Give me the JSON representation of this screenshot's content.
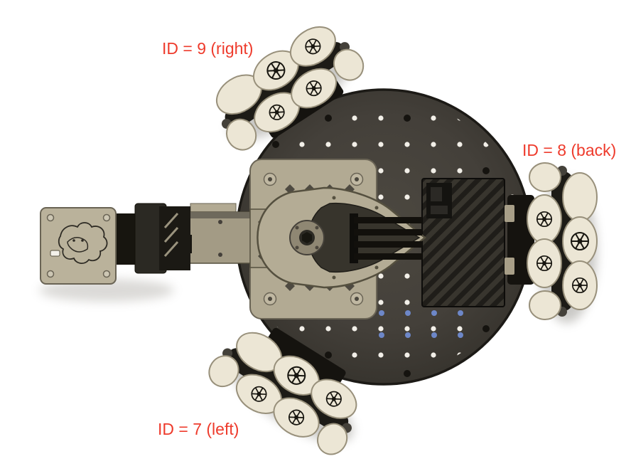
{
  "figure": {
    "background_color": "#ffffff",
    "accent_color": "#ee3b2c",
    "labels": [
      {
        "text": "ID = 9 (right)"
      },
      {
        "text": "ID = 8 (back)"
      },
      {
        "text": "ID = 7 (left)"
      }
    ],
    "colors": {
      "base_plate": "#44403a",
      "plate_edge": "#1c1a16",
      "hole_dot": "#f2efe8",
      "blue_dot": "#6d87c8",
      "black_hole": "#15130f",
      "roller": "#ece6d5",
      "roller_edge": "#98907b",
      "wheel_core": "#1d1b16",
      "arm_tan": "#b4ac95",
      "arm_dark": "#26241f"
    }
  }
}
